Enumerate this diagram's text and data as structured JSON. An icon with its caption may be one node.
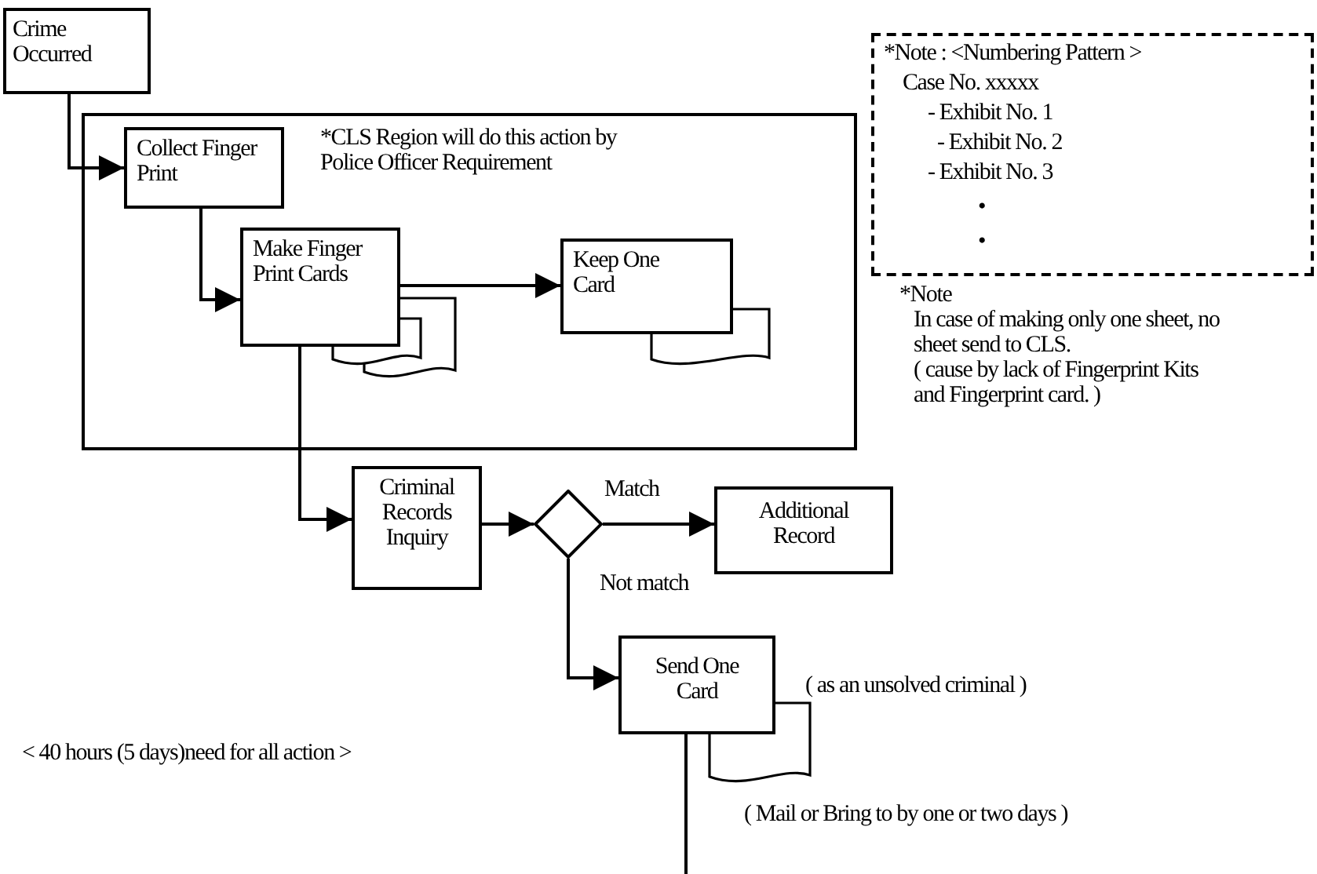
{
  "diagram": {
    "nodes": [
      {
        "text": [
          "Crime Occurred"
        ]
      },
      {
        "text": [
          "*CLS Region will do this action by Police Officer Requirement"
        ]
      },
      {
        "text": [
          "Collect Finger Print"
        ],
        "in": 1
      },
      {
        "text": [
          "Make Finger Print Cards"
        ],
        "in": 1
      },
      {
        "text": [
          "Keep One Card"
        ],
        "in": 1
      },
      {
        "text": [
          "Criminal Records Inquiry"
        ]
      },
      {
        "text": [],
        "shape": "diamond"
      },
      {
        "text": [
          "Additional Record"
        ]
      },
      {
        "text": [
          "Send One Card"
        ],
        "beside": [
          "( as an unsolved criminal )"
        ]
      },
      {
        "text": [
          "*Note : <Numbering Pattern >",
          "Case No. xxxxx",
          "- Exhibit No. 1",
          "- Exhibit No. 2",
          "- Exhibit No. 3",
          "•",
          "•"
        ]
      }
    ],
    "edges": [
      {
        "from": 0,
        "to": 2,
        "arrow": "to"
      },
      {
        "from": 2,
        "to": 3,
        "arrow": "to"
      },
      {
        "from": 3,
        "to": 4,
        "arrow": "to"
      },
      {
        "from": 3,
        "to": 5,
        "arrow": "to"
      },
      {
        "from": 5,
        "to": 6,
        "arrow": "to"
      },
      {
        "from": 6,
        "to": 7,
        "arrow": "to",
        "label": "Match"
      },
      {
        "from": 6,
        "to": 8,
        "arrow": "to",
        "label": "Not match"
      },
      {
        "from": 8,
        "to": null,
        "arrow": "none",
        "label": "( Mail or Bring to by one or two days )"
      }
    ],
    "labels": [
      "*Note",
      "In case of making only one sheet, no sheet send to CLS.",
      "( cause by lack of Fingerprint Kits and Fingerprint card. )",
      "< 40 hours (5 days)need for all action >"
    ]
  }
}
